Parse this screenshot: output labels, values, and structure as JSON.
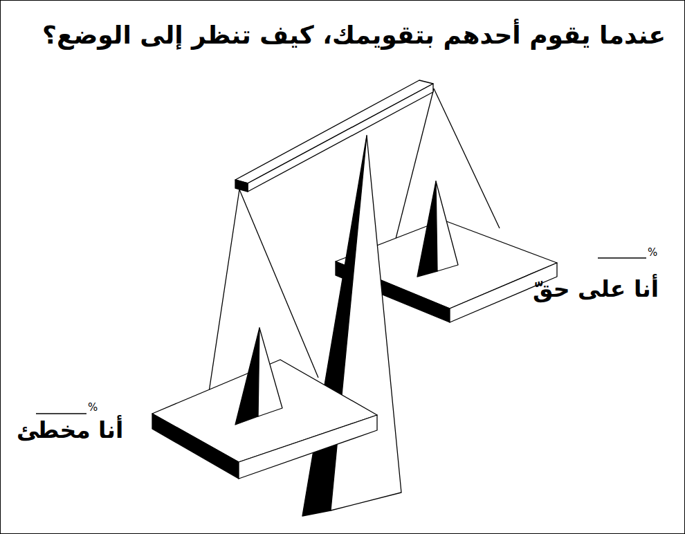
{
  "diagram": {
    "title": "عندما يقوم أحدهم بتقويمك، كيف تنظر إلى الوضع؟",
    "labels": [
      "%",
      "أنا على حقّ",
      "%",
      "أنا مخطئ"
    ]
  }
}
